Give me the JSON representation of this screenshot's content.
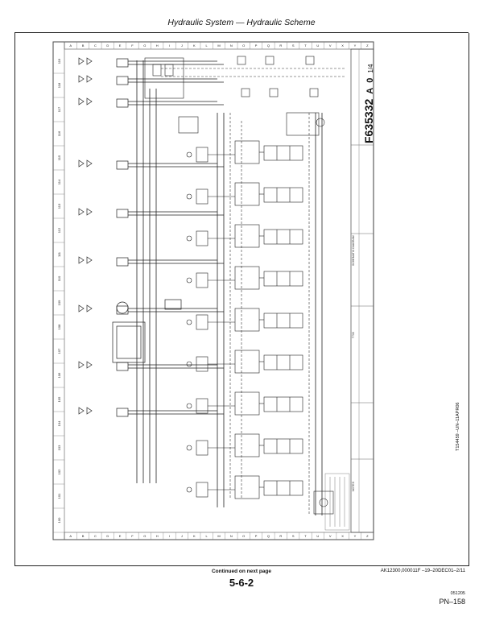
{
  "header": {
    "title": "Hydraulic System — Hydraulic Scheme"
  },
  "drawing": {
    "number": "F635332",
    "revision": "A",
    "version": "0",
    "sheet": "1/4",
    "row_labels": [
      "A",
      "B",
      "C",
      "D",
      "E",
      "F",
      "G",
      "H",
      "I",
      "J",
      "K",
      "L",
      "M",
      "N",
      "O",
      "P",
      "Q",
      "R",
      "S",
      "T",
      "U",
      "V",
      "X",
      "Y",
      "Z"
    ],
    "column_labels": [
      "100",
      "101",
      "102",
      "103",
      "104",
      "105",
      "106",
      "107",
      "108",
      "109",
      "110",
      "111",
      "112",
      "113",
      "114",
      "115",
      "116",
      "117",
      "118",
      "119"
    ]
  },
  "footer": {
    "continued": "Continued on next page",
    "doc_ref": "AK12300,000011F  –19–20DEC01–2/11",
    "page_number": "5-6-2",
    "date_code": "051205",
    "pn": "PN–158",
    "side_code": "T154459  –UN–11APR06"
  }
}
